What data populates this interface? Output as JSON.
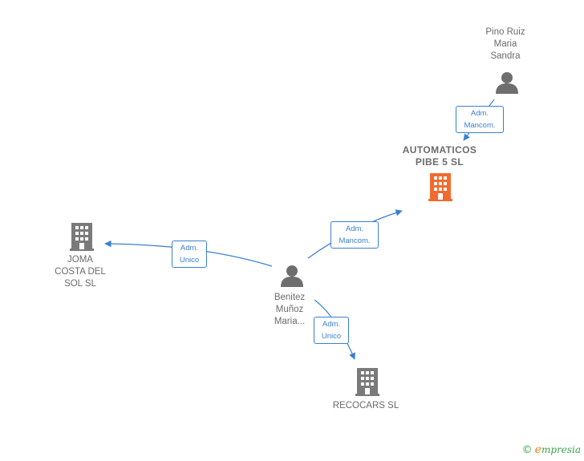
{
  "nodes": {
    "pino": {
      "label": "Pino Ruiz\nMaria\nSandra",
      "type": "person"
    },
    "automaticos": {
      "label": "AUTOMATICOS\nPIBE 5  SL",
      "type": "company",
      "focus": true
    },
    "joma": {
      "label": "JOMA\nCOSTA DEL\nSOL SL",
      "type": "company"
    },
    "benitez": {
      "label": "Benitez\nMuñoz\nMaria...",
      "type": "person"
    },
    "recocars": {
      "label": "RECOCARS SL",
      "type": "company"
    }
  },
  "edges": {
    "pino_automaticos": {
      "label": "Adm.\nMancom."
    },
    "benitez_automaticos": {
      "label": "Adm.\nMancom."
    },
    "benitez_joma": {
      "label": "Adm.\nUnico"
    },
    "benitez_recocars": {
      "label": "Adm.\nUnico"
    }
  },
  "colors": {
    "edge": "#3a7fd0",
    "focus_company": "#f26a2e",
    "company": "#7a7a7a",
    "person": "#6e6e6e"
  },
  "footer": {
    "copyright": "©",
    "brand_e": "e",
    "brand_rest": "mpresia"
  }
}
